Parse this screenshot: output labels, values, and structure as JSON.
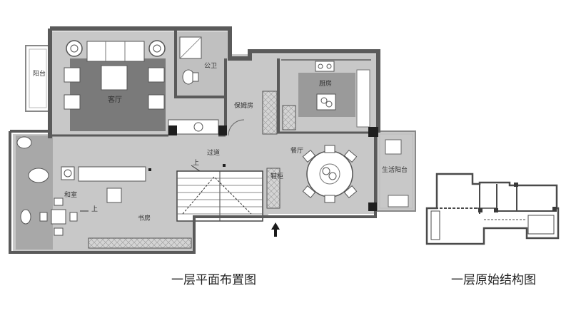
{
  "colors": {
    "wall": "#5a5a5a",
    "floor": "#c8c8c8",
    "rug": "#7a7a7a",
    "furniture": "#ffffff",
    "text": "#333333",
    "entrance_arrow": "#1a1a1a"
  },
  "rooms": {
    "balcony": "阳台",
    "living_room": "客厅",
    "public_bath": "公卫",
    "nanny_room": "保姆房",
    "kitchen": "厨房",
    "corridor": "过道",
    "dining_room": "餐厅",
    "shoe_cabinet": "鞋柜",
    "utility_balcony": "生活阳台",
    "tatami_room": "和室",
    "study": "书房"
  },
  "stair_labels": {
    "main_up": "上",
    "tatami_up": "上"
  },
  "icons": {
    "entrance": "arrow-up-icon"
  },
  "captions": {
    "layout_plan": "一层平面布置图",
    "original_plan": "一层原始结构图"
  }
}
